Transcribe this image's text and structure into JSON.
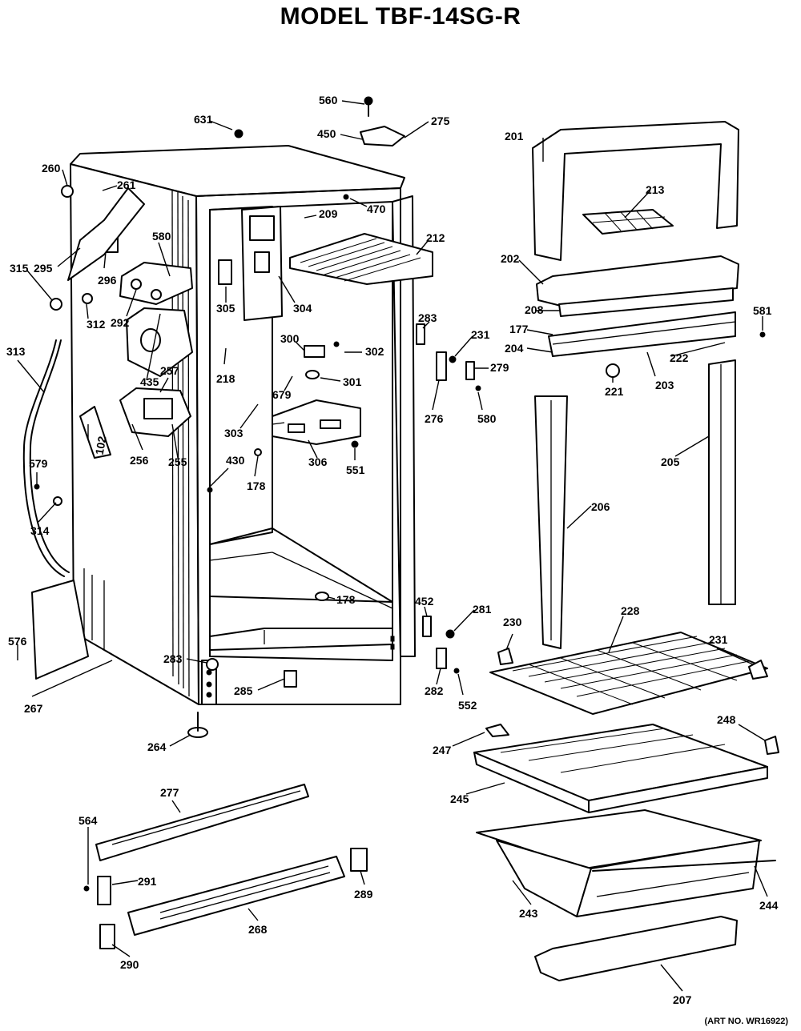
{
  "title": "MODEL TBF-14SG-R",
  "art_number": "(ART NO. WR16922)",
  "parts": [
    {
      "id": "p560",
      "label": "560"
    },
    {
      "id": "p631",
      "label": "631"
    },
    {
      "id": "p450",
      "label": "450"
    },
    {
      "id": "p275",
      "label": "275"
    },
    {
      "id": "p201",
      "label": "201"
    },
    {
      "id": "p260",
      "label": "260"
    },
    {
      "id": "p261",
      "label": "261"
    },
    {
      "id": "p209",
      "label": "209"
    },
    {
      "id": "p470",
      "label": "470"
    },
    {
      "id": "p213",
      "label": "213"
    },
    {
      "id": "p580a",
      "label": "580"
    },
    {
      "id": "p212",
      "label": "212"
    },
    {
      "id": "p295",
      "label": "295"
    },
    {
      "id": "p296",
      "label": "296"
    },
    {
      "id": "p202",
      "label": "202"
    },
    {
      "id": "p315",
      "label": "315"
    },
    {
      "id": "p292",
      "label": "292"
    },
    {
      "id": "p305",
      "label": "305"
    },
    {
      "id": "p304",
      "label": "304"
    },
    {
      "id": "p208",
      "label": "208"
    },
    {
      "id": "p581",
      "label": "581"
    },
    {
      "id": "p312",
      "label": "312"
    },
    {
      "id": "p283a",
      "label": "283"
    },
    {
      "id": "p177",
      "label": "177"
    },
    {
      "id": "p300",
      "label": "300"
    },
    {
      "id": "p231a",
      "label": "231"
    },
    {
      "id": "p204",
      "label": "204"
    },
    {
      "id": "p222",
      "label": "222"
    },
    {
      "id": "p313",
      "label": "313"
    },
    {
      "id": "p302",
      "label": "302"
    },
    {
      "id": "p218",
      "label": "218"
    },
    {
      "id": "p435",
      "label": "435"
    },
    {
      "id": "p257",
      "label": "257"
    },
    {
      "id": "p301",
      "label": "301"
    },
    {
      "id": "p279",
      "label": "279"
    },
    {
      "id": "p221",
      "label": "221"
    },
    {
      "id": "p203",
      "label": "203"
    },
    {
      "id": "p679",
      "label": "679"
    },
    {
      "id": "p276",
      "label": "276"
    },
    {
      "id": "p580b",
      "label": "580"
    },
    {
      "id": "p303",
      "label": "303"
    },
    {
      "id": "p102",
      "label": "102"
    },
    {
      "id": "p256",
      "label": "256"
    },
    {
      "id": "p255",
      "label": "255"
    },
    {
      "id": "p306",
      "label": "306"
    },
    {
      "id": "p551",
      "label": "551"
    },
    {
      "id": "p579",
      "label": "579"
    },
    {
      "id": "p430",
      "label": "430"
    },
    {
      "id": "p178a",
      "label": "178"
    },
    {
      "id": "p205",
      "label": "205"
    },
    {
      "id": "p206",
      "label": "206"
    },
    {
      "id": "p314",
      "label": "314"
    },
    {
      "id": "p178b",
      "label": "178"
    },
    {
      "id": "p452",
      "label": "452"
    },
    {
      "id": "p281",
      "label": "281"
    },
    {
      "id": "p230",
      "label": "230"
    },
    {
      "id": "p228",
      "label": "228"
    },
    {
      "id": "p576",
      "label": "576"
    },
    {
      "id": "p231b",
      "label": "231"
    },
    {
      "id": "p283b",
      "label": "283"
    },
    {
      "id": "p285",
      "label": "285"
    },
    {
      "id": "p282",
      "label": "282"
    },
    {
      "id": "p552",
      "label": "552"
    },
    {
      "id": "p267",
      "label": "267"
    },
    {
      "id": "p248",
      "label": "248"
    },
    {
      "id": "p247",
      "label": "247"
    },
    {
      "id": "p264",
      "label": "264"
    },
    {
      "id": "p245",
      "label": "245"
    },
    {
      "id": "p277",
      "label": "277"
    },
    {
      "id": "p564",
      "label": "564"
    },
    {
      "id": "p291",
      "label": "291"
    },
    {
      "id": "p289",
      "label": "289"
    },
    {
      "id": "p243",
      "label": "243"
    },
    {
      "id": "p244",
      "label": "244"
    },
    {
      "id": "p268",
      "label": "268"
    },
    {
      "id": "p290",
      "label": "290"
    },
    {
      "id": "p207",
      "label": "207"
    }
  ]
}
